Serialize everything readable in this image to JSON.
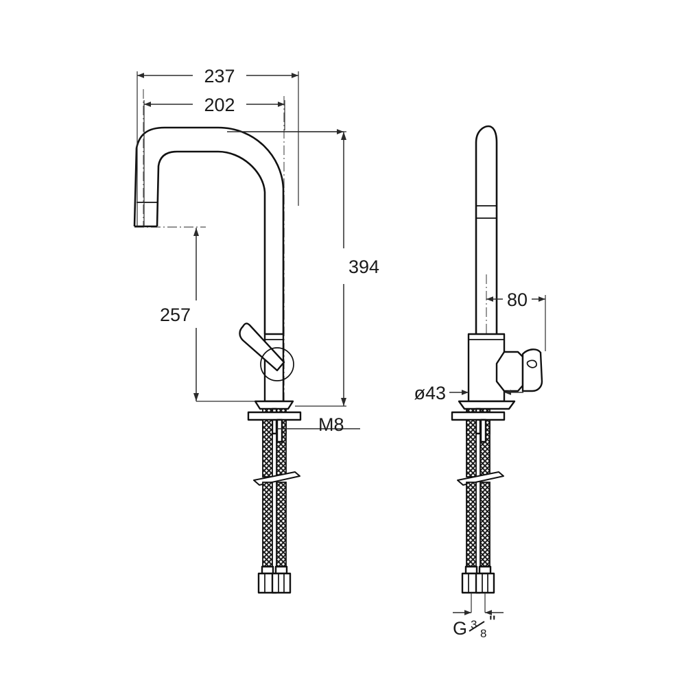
{
  "drawing": {
    "title": "Kitchen mixer tap technical dimension drawing",
    "background_color": "#ffffff",
    "line_color": "#111111",
    "dimension_color": "#2b2b2b",
    "centerline_color": "#6e6e6e",
    "units": "mm"
  },
  "dimensions": {
    "spout_reach_total": "237",
    "spout_reach_center": "202",
    "overall_height": "394",
    "spout_outlet_height": "257",
    "thread_mounting": "M8",
    "handle_projection": "80",
    "body_diameter": "ø43",
    "supply_thread_letter": "G",
    "supply_thread_numerator": "3",
    "supply_thread_denominator": "8",
    "supply_thread_inch_mark": "\""
  },
  "views": {
    "front": {
      "name": "front-elevation",
      "description": "Gooseneck spout with side lever handle, threaded shank and two braided supply hoses"
    },
    "side": {
      "name": "side-elevation",
      "description": "Vertical column with lever handle projecting to the right, threaded shank and two braided supply hoses"
    }
  },
  "components": {
    "spout": "gooseneck-spout",
    "aerator": "spout-outlet-aerator",
    "handle": "lever-handle",
    "body": "cylindrical-valve-body",
    "escutcheon": "mounting-base-flange",
    "washer": "mounting-washer-plate",
    "shank": "threaded-mounting-shank",
    "hoses": "braided-supply-hoses",
    "nuts": "supply-connection-hex-nuts"
  }
}
